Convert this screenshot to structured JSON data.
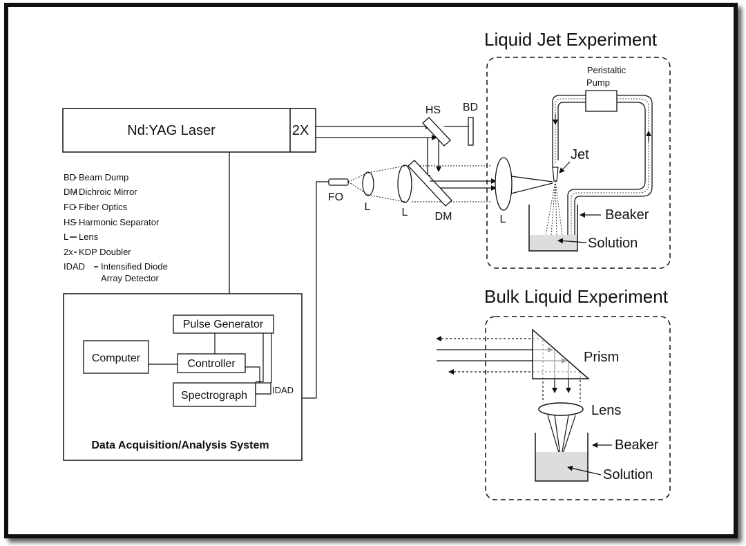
{
  "laser": {
    "label": "Nd:YAG Laser",
    "doubler": "2X"
  },
  "labels": {
    "hs": "HS",
    "bd": "BD",
    "fo": "FO",
    "l1": "L",
    "l2": "L",
    "dm": "DM",
    "l3": "L",
    "jet": "Jet",
    "peristaltic": "Peristaltic",
    "pump": "Pump",
    "beaker_jet": "Beaker",
    "solution_jet": "Solution",
    "prism": "Prism",
    "lens": "Lens",
    "beaker_bulk": "Beaker",
    "solution_bulk": "Solution",
    "idad": "IDAD"
  },
  "titles": {
    "liquid_jet": "Liquid Jet Experiment",
    "bulk_liquid": "Bulk Liquid Experiment"
  },
  "legend": [
    {
      "abbr": "BD",
      "desc": "Beam Dump"
    },
    {
      "abbr": "DM",
      "desc": "Dichroic Mirror"
    },
    {
      "abbr": "FO",
      "desc": "Fiber Optics"
    },
    {
      "abbr": "HS",
      "desc": "Harmonic Separator"
    },
    {
      "abbr": "L",
      "desc": "Lens"
    },
    {
      "abbr": "2x",
      "desc": "KDP Doubler"
    },
    {
      "abbr": "IDAD",
      "desc": "Intensified Diode"
    },
    {
      "abbr": "",
      "desc": "Array Detector"
    }
  ],
  "daq": {
    "title": "Data Acquisition/Analysis System",
    "pulse_generator": "Pulse Generator",
    "computer": "Computer",
    "controller": "Controller",
    "spectrograph": "Spectrograph"
  }
}
